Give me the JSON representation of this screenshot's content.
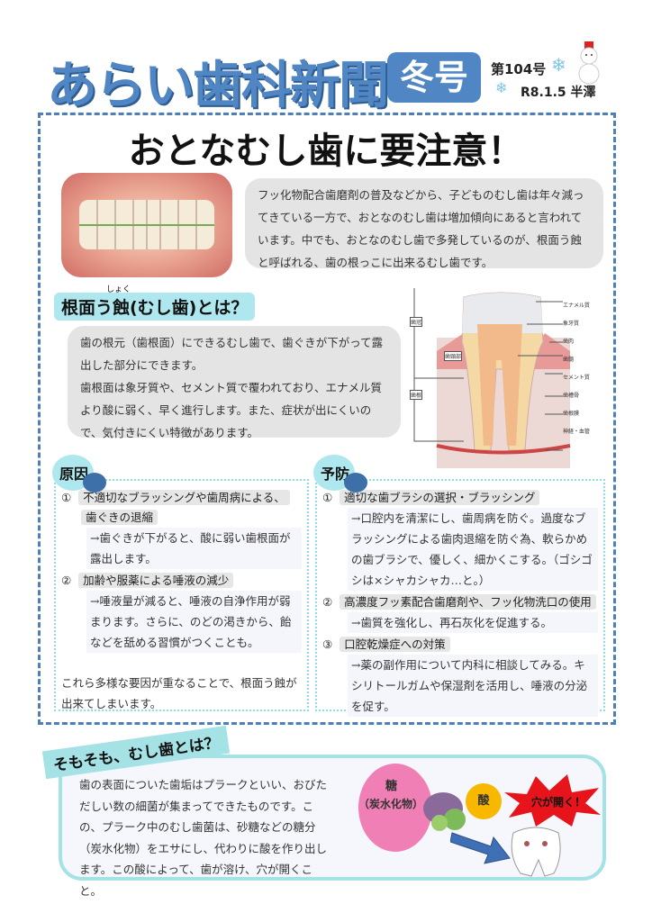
{
  "header": {
    "masthead": "あらい歯科新聞",
    "season": "冬号",
    "issue": "第104号",
    "date": "R8.1.5 半澤"
  },
  "main": {
    "title": "おとなむし歯に要注意！",
    "intro": "フッ化物配合歯磨剤の普及などから、子どものむし歯は年々減ってきている一方で、おとなのむし歯は増加傾向にあると言われています。中でも、おとなのむし歯で多発しているのが、根面う蝕と呼ばれる、歯の根っこに出来るむし歯です。",
    "section1": {
      "heading": "根面う蝕(むし歯)とは？",
      "ruby": "しょく",
      "body1": "歯の根元（歯根面）にできるむし歯で、歯ぐきが下がって露出した部分にできます。",
      "body2": "歯根面は象牙質や、セメント質で覆われており、エナメル質より酸に弱く、早く進行します。また、症状が出にくいので、気付きにくい特徴があります。"
    },
    "diagram": {
      "labels_right": [
        "エナメル質",
        "象牙質",
        "歯肉",
        "歯髄",
        "セメント質",
        "歯槽骨",
        "歯根膜",
        "神経・血管"
      ],
      "labels_left": [
        "歯冠",
        "歯頸部",
        "歯根"
      ]
    },
    "cause": {
      "heading": "原因",
      "items": [
        {
          "num": "①",
          "title1": "不適切なブラッシングや歯周病による、",
          "title2": "歯ぐきの退縮",
          "body": "→歯ぐきが下がると、酸に弱い歯根面が露出します。"
        },
        {
          "num": "②",
          "title1": "加齢や服薬による唾液の減少",
          "body": "→唾液量が減ると、唾液の自浄作用が弱まります。さらに、のどの渇きから、飴などを舐める習慣がつくことも。"
        }
      ],
      "summary": "これら多様な要因が重なることで、根面う蝕が出来てしまいます。"
    },
    "prevention": {
      "heading": "予防",
      "items": [
        {
          "num": "①",
          "title": "適切な歯ブラシの選択・ブラッシング",
          "body": "→口腔内を清潔にし、歯周病を防ぐ。過度なブラッシングによる歯肉退縮を防ぐ為、軟らかめの歯ブラシで、優しく、細かくこする。（ゴシゴシは×シャカシャカ…と。）"
        },
        {
          "num": "②",
          "title": "高濃度フッ素配合歯磨剤や、フッ化物洗口の使用",
          "body": "→歯質を強化し、再石灰化を促進する。"
        },
        {
          "num": "③",
          "title": "口腔乾燥症への対策",
          "body": "→薬の副作用について内科に相談してみる。キシリトールガムや保湿剤を活用し、唾液の分泌を促す。"
        }
      ]
    }
  },
  "bottom": {
    "heading": "そもそも、むし歯とは？",
    "body": "歯の表面についた歯垢はプラークといい、おびただしい数の細菌が集まってできたものです。この、プラーク中のむし歯菌は、砂糖などの糖分（炭水化物）をエサにし、代わりに酸を作り出します。この酸によって、歯が溶け、穴が開くこと。",
    "illust": {
      "sugar": "糖",
      "carb": "（炭水化物）",
      "acid": "酸",
      "hole": "穴が開く！"
    }
  },
  "colors": {
    "accent": "#4f86c3",
    "cyan": "#aee8ee",
    "dash": "#4f7fb8"
  }
}
